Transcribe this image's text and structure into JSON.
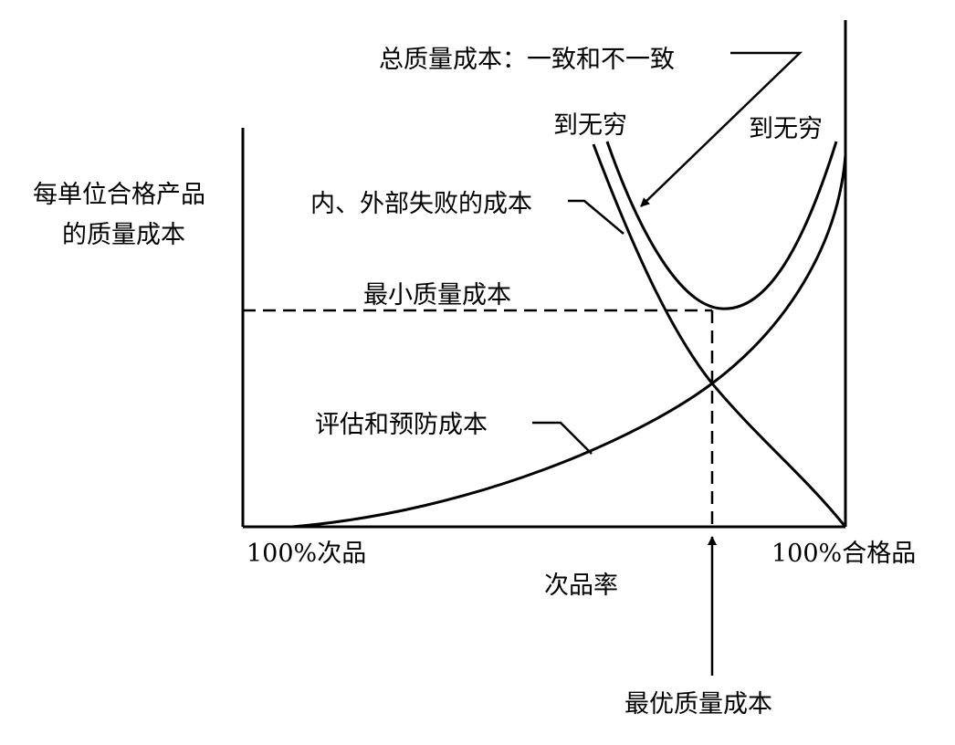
{
  "diagram": {
    "y_axis_label_line1": "每单位合格产品",
    "y_axis_label_line2": "的质量成本",
    "x_axis_label": "次品率",
    "x_left_label": "100%次品",
    "x_right_label": "100%合格品",
    "total_cost_label": "总质量成本：一致和不一致",
    "infinity_label_left": "到无穷",
    "infinity_label_right": "到无穷",
    "failure_cost_label": "内、外部失败的成本",
    "min_cost_label": "最小质量成本",
    "appraisal_cost_label": "评估和预防成本",
    "optimal_cost_label": "最优质量成本"
  }
}
